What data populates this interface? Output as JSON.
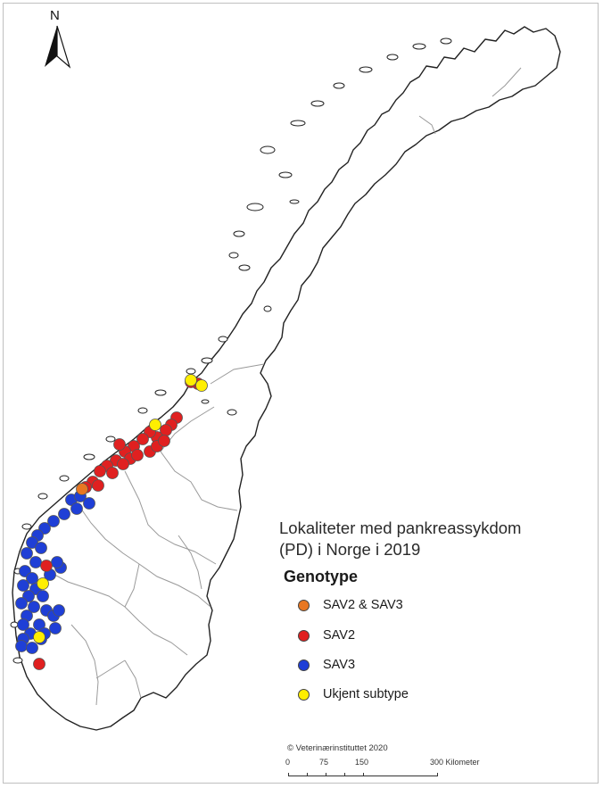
{
  "map": {
    "title_line1": "Lokaliteter med pankreassykdom",
    "title_line2": "(PD) i Norge i 2019",
    "north_label": "N",
    "copyright": "© Veterinærinstituttet 2020",
    "scalebar": {
      "labels": [
        "0",
        "75",
        "150",
        "300 Kilometer"
      ],
      "unit": "Kilometer"
    },
    "land_color": "#ffffff",
    "border_color": "#9a9a9a",
    "coast_color": "#222222"
  },
  "legend": {
    "heading": "Genotype",
    "items": [
      {
        "label": "SAV2 & SAV3",
        "color": "#e87722"
      },
      {
        "label": "SAV2",
        "color": "#e02020"
      },
      {
        "label": "SAV3",
        "color": "#1f3fd6"
      },
      {
        "label": "Ukjent subtype",
        "color": "#ffee00"
      }
    ]
  }
}
